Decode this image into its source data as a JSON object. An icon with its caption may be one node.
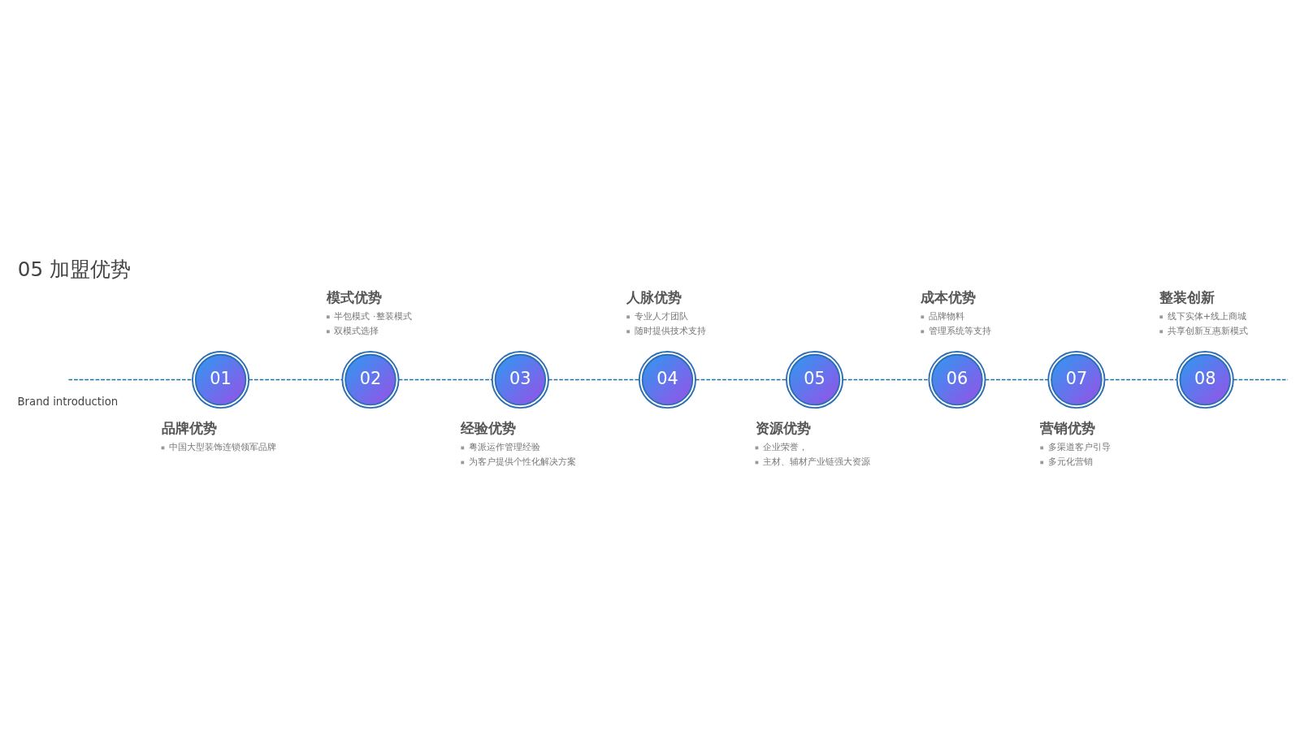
{
  "diagram": {
    "title": "05 加盟优势",
    "nodes": [
      {
        "text": [
          "01"
        ],
        "beside": [
          "品牌优势",
          "中国大型装饰连锁领军品牌"
        ]
      },
      {
        "text": [
          "02"
        ],
        "beside": [
          "模式优势",
          "半包模式 ·整装模式",
          "双模式选择"
        ]
      },
      {
        "text": [
          "03"
        ],
        "beside": [
          "经验优势",
          "粤派运作管理经验",
          "为客户提供个性化解决方案"
        ]
      },
      {
        "text": [
          "04"
        ],
        "beside": [
          "人脉优势",
          "专业人才团队",
          "随时提供技术支持"
        ]
      },
      {
        "text": [
          "05"
        ],
        "beside": [
          "资源优势",
          "企业荣誉，",
          "主材、辅材产业链强大资源"
        ]
      },
      {
        "text": [
          "06"
        ],
        "beside": [
          "成本优势",
          "品牌物料",
          "管理系统等支持"
        ]
      },
      {
        "text": [
          "07"
        ],
        "beside": [
          "营销优势",
          "多渠道客户引导",
          "多元化营销"
        ]
      },
      {
        "text": [
          "08"
        ],
        "beside": [
          "整装创新",
          "线下实体+线上商城",
          "共享创新互惠新模式"
        ]
      }
    ],
    "edges": [
      {
        "from": null,
        "to": 0,
        "arrow": "none",
        "style": "dashed"
      },
      {
        "from": 0,
        "to": 1,
        "arrow": "none",
        "style": "dashed"
      },
      {
        "from": 1,
        "to": 2,
        "arrow": "none",
        "style": "dashed"
      },
      {
        "from": 2,
        "to": 3,
        "arrow": "none",
        "style": "dashed"
      },
      {
        "from": 3,
        "to": 4,
        "arrow": "none",
        "style": "dashed"
      },
      {
        "from": 4,
        "to": 5,
        "arrow": "none",
        "style": "dashed"
      },
      {
        "from": 5,
        "to": 6,
        "arrow": "none",
        "style": "dashed"
      },
      {
        "from": 6,
        "to": 7,
        "arrow": "none",
        "style": "dashed"
      },
      {
        "from": 7,
        "to": null,
        "arrow": "none",
        "style": "dashed"
      }
    ],
    "labels": [
      "Brand introduction"
    ]
  }
}
